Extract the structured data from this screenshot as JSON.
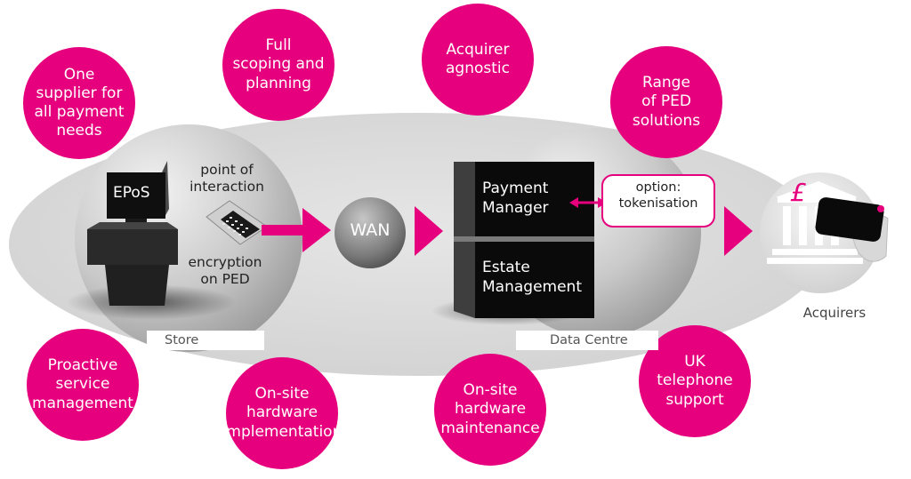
{
  "bubbles": {
    "one_supplier": "One\nsupplier for\nall payment\nneeds",
    "full_scoping": "Full\nscoping and\nplanning",
    "acquirer_agnostic": "Acquirer\nagnostic",
    "range_ped": "Range\nof PED\nsolutions",
    "proactive_service": "Proactive\nservice\nmanagement",
    "onsite_implementation": "On-site\nhardware\nimplementation",
    "onsite_maintenance": "On-site\nhardware\nmaintenance",
    "uk_support": "UK\ntelephone\nsupport"
  },
  "store": {
    "label": "Store",
    "epos": "EPoS",
    "poi": "point of\ninteraction",
    "encryption": "encryption\non PED"
  },
  "wan": "WAN",
  "datacentre": {
    "label": "Data Centre",
    "payment_manager": "Payment\nManager",
    "estate_management": "Estate\nManagement",
    "option": "option:\ntokenisation"
  },
  "acquirers": {
    "label": "Acquirers",
    "currency": "£"
  },
  "colors": {
    "accent": "#e6007e",
    "dark": "#111111",
    "ellipse": "#dcdcdc"
  }
}
